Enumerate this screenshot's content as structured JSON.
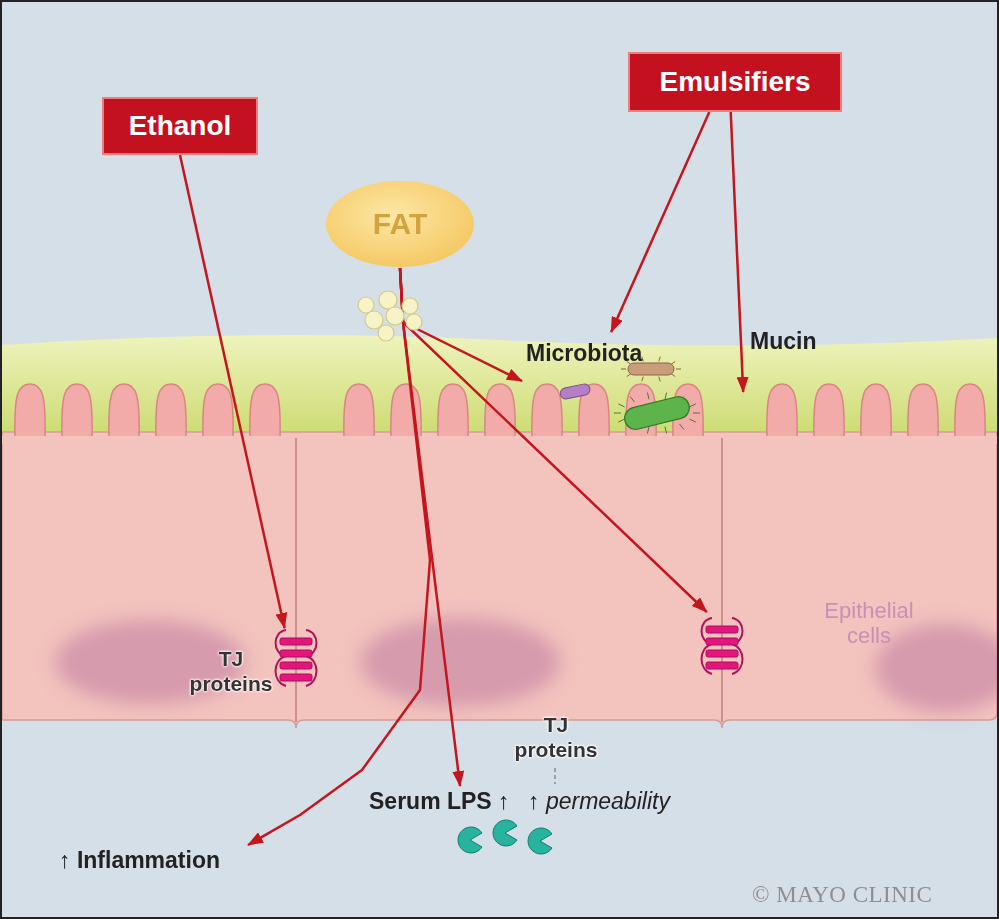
{
  "diagram": {
    "nodes": [
      {
        "text": [
          "Ethanol"
        ]
      },
      {
        "text": [
          "Emulsifiers"
        ]
      },
      {
        "text": [
          "FAT"
        ]
      },
      {
        "text": [
          "Microbiota"
        ]
      },
      {
        "text": [
          "Mucin"
        ]
      },
      {
        "text": [
          "TJ proteins"
        ]
      },
      {
        "text": [
          "TJ proteins"
        ]
      },
      {
        "text": [
          "Serum LPS ↑"
        ]
      },
      {
        "text": [
          "↑ Inflammation"
        ]
      }
    ],
    "edges": [
      {
        "from": 0,
        "to": 5,
        "arrow": "to"
      },
      {
        "from": 1,
        "to": 3,
        "arrow": "to"
      },
      {
        "from": 1,
        "to": 4,
        "arrow": "to"
      },
      {
        "from": 2,
        "to": 3,
        "arrow": "to"
      },
      {
        "from": 2,
        "to": 6,
        "arrow": "to"
      },
      {
        "from": 2,
        "to": 7,
        "arrow": "to"
      },
      {
        "from": 2,
        "to": 8,
        "arrow": "to"
      }
    ],
    "labels": [
      "↑ permeability",
      "Epithelial cells",
      "© MAYO CLINIC"
    ]
  }
}
